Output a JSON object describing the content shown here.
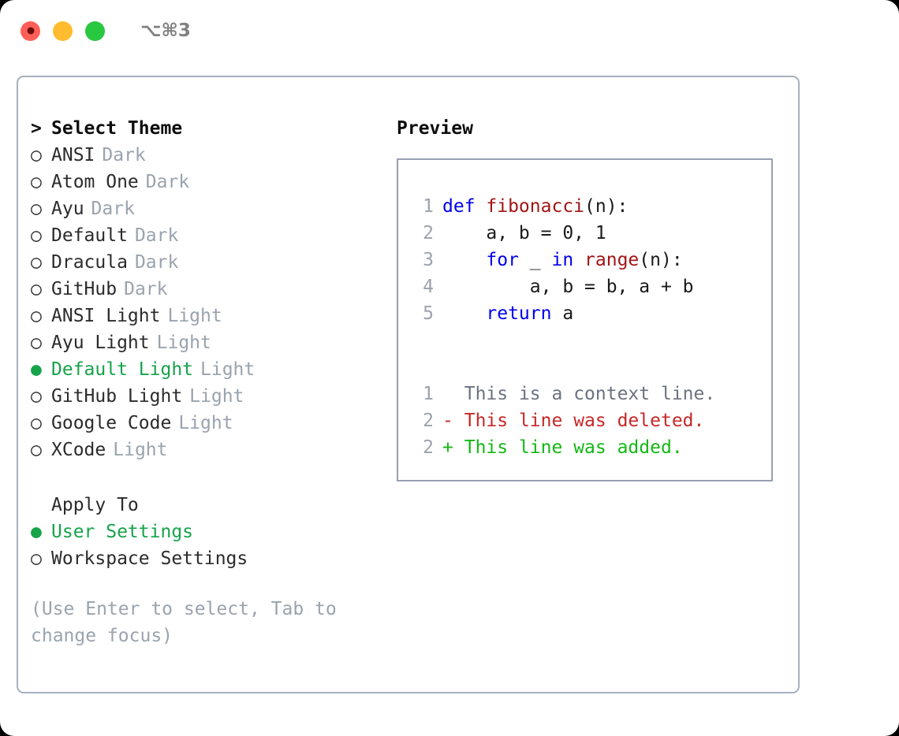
{
  "titlebar": {
    "shortcut": "⌥⌘3",
    "buttons": [
      {
        "name": "close",
        "color": "#ff5f57"
      },
      {
        "name": "minimize",
        "color": "#febc2e"
      },
      {
        "name": "zoom",
        "color": "#28c840"
      }
    ]
  },
  "theme_picker": {
    "caret": ">",
    "header": "Select Theme",
    "marker_selected": "●",
    "marker_unselected": "○",
    "items": [
      {
        "marker": "○",
        "label": "ANSI",
        "mode": "Dark",
        "selected": false
      },
      {
        "marker": "○",
        "label": "Atom One",
        "mode": "Dark",
        "selected": false
      },
      {
        "marker": "○",
        "label": "Ayu",
        "mode": "Dark",
        "selected": false
      },
      {
        "marker": "○",
        "label": "Default",
        "mode": "Dark",
        "selected": false
      },
      {
        "marker": "○",
        "label": "Dracula",
        "mode": "Dark",
        "selected": false
      },
      {
        "marker": "○",
        "label": "GitHub",
        "mode": "Dark",
        "selected": false
      },
      {
        "marker": "○",
        "label": "ANSI Light",
        "mode": "Light",
        "selected": false
      },
      {
        "marker": "○",
        "label": "Ayu Light",
        "mode": "Light",
        "selected": false
      },
      {
        "marker": "●",
        "label": "Default Light",
        "mode": "Light",
        "selected": true
      },
      {
        "marker": "○",
        "label": "GitHub Light",
        "mode": "Light",
        "selected": false
      },
      {
        "marker": "○",
        "label": "Google Code",
        "mode": "Light",
        "selected": false
      },
      {
        "marker": "○",
        "label": "XCode",
        "mode": "Light",
        "selected": false
      }
    ]
  },
  "apply_to": {
    "header": "Apply To",
    "items": [
      {
        "marker": "●",
        "label": "User Settings",
        "selected": true
      },
      {
        "marker": "○",
        "label": "Workspace Settings",
        "selected": false
      }
    ]
  },
  "hint": "(Use Enter to select, Tab to change focus)",
  "preview": {
    "title": "Preview",
    "code_lines": [
      {
        "num": "1",
        "tokens": [
          {
            "t": "def ",
            "c": "kw"
          },
          {
            "t": "fibonacci",
            "c": "fn"
          },
          {
            "t": "(n):",
            "c": "pl"
          }
        ]
      },
      {
        "num": "2",
        "tokens": [
          {
            "t": "    a, b = 0, 1",
            "c": "pl"
          }
        ]
      },
      {
        "num": "3",
        "tokens": [
          {
            "t": "    ",
            "c": "pl"
          },
          {
            "t": "for",
            "c": "kw"
          },
          {
            "t": " _ ",
            "c": "pl"
          },
          {
            "t": "in",
            "c": "kw"
          },
          {
            "t": " ",
            "c": "pl"
          },
          {
            "t": "range",
            "c": "fn"
          },
          {
            "t": "(n):",
            "c": "pl"
          }
        ]
      },
      {
        "num": "4",
        "tokens": [
          {
            "t": "        a, b = b, a + b",
            "c": "pl"
          }
        ]
      },
      {
        "num": "5",
        "tokens": [
          {
            "t": "    ",
            "c": "pl"
          },
          {
            "t": "return",
            "c": "kw"
          },
          {
            "t": " a",
            "c": "pl"
          }
        ]
      }
    ],
    "diff_lines": [
      {
        "num": "1",
        "sign": " ",
        "text": "This is a context line.",
        "kind": "ctx"
      },
      {
        "num": "2",
        "sign": "-",
        "text": "This line was deleted.",
        "kind": "del"
      },
      {
        "num": "2",
        "sign": "+",
        "text": "This line was added.",
        "kind": "add"
      }
    ]
  },
  "colors": {
    "accent_green": "#16a34a",
    "muted_gray": "#9aa3ae",
    "keyword_blue": "#0000ee",
    "function_red": "#a31515",
    "diff_added": "#14b814",
    "diff_removed": "#c62828",
    "panel_border": "#a7b0bf"
  }
}
